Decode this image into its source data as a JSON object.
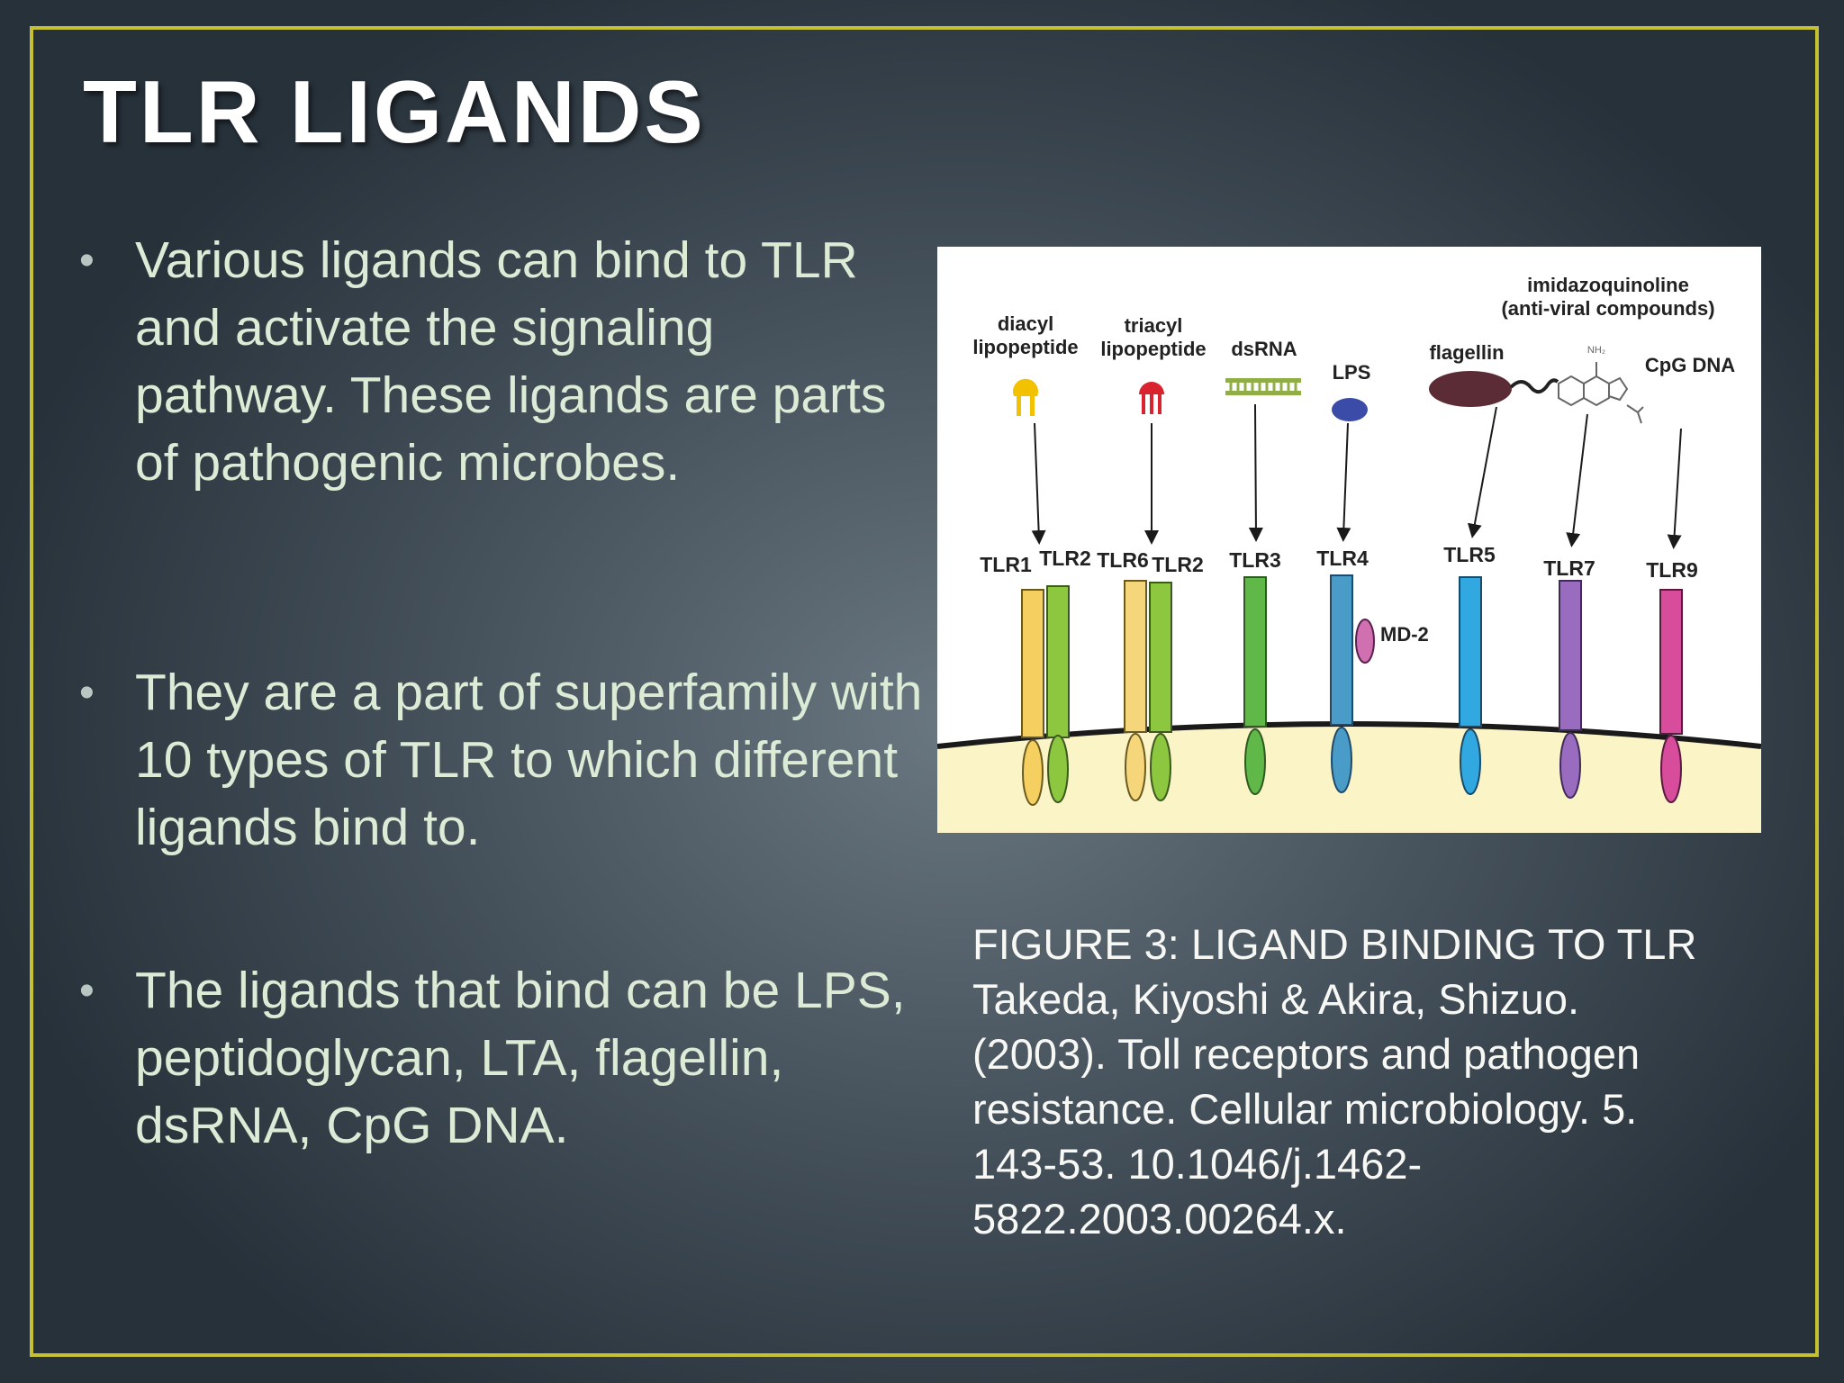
{
  "slide": {
    "title": "TLR LIGANDS",
    "bullet_glyph": "•",
    "bullets": [
      "Various ligands can bind to TLR and activate the signaling pathway. These ligands are parts of pathogenic microbes.",
      "They are a part of superfamily with 10 types of TLR to which different ligands bind to.",
      "The ligands that bind can be LPS, peptidoglycan, LTA, flagellin, dsRNA, CpG DNA."
    ],
    "caption": {
      "line1": "FIGURE 3: LIGAND BINDING TO TLR",
      "line2": "Takeda, Kiyoshi & Akira, Shizuo.",
      "line3": "(2003). Toll receptors and pathogen",
      "line4": "resistance. Cellular microbiology. 5.",
      "line5": "143-53. 10.1046/j.1462-",
      "line6": "5822.2003.00264.x."
    }
  },
  "figure": {
    "ligands": {
      "diacyl_1": "diacyl",
      "diacyl_2": "lipopeptide",
      "triacyl_1": "triacyl",
      "triacyl_2": "lipopeptide",
      "dsrna": "dsRNA",
      "lps": "LPS",
      "flagellin": "flagellin",
      "imidazo_1": "imidazoquinoline",
      "imidazo_2": "(anti-viral compounds)",
      "cpg": "CpG DNA",
      "nh2": "NH₂"
    },
    "receptors": {
      "tlr1": "TLR1",
      "tlr2a": "TLR2",
      "tlr6": "TLR6",
      "tlr2b": "TLR2",
      "tlr3": "TLR3",
      "tlr4": "TLR4",
      "md2": "MD-2",
      "tlr5": "TLR5",
      "tlr7": "TLR7",
      "tlr9": "TLR9"
    },
    "colors": {
      "tlr1": "#f5d060",
      "tlr2": "#8dc63f",
      "tlr6": "#f5d67a",
      "tlr3": "#5fb848",
      "tlr4": "#4a9cc8",
      "md2": "#d070b0",
      "tlr5": "#31a8e0",
      "tlr7": "#9a6cc0",
      "tlr9": "#d84c9c",
      "cytoplasm": "#fbf4c6",
      "frame": "#c5c132"
    }
  }
}
